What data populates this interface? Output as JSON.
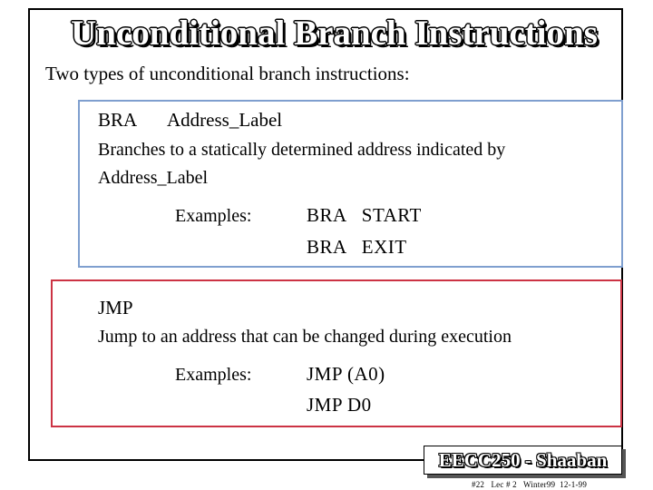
{
  "slide": {
    "title": "Unconditional Branch Instructions",
    "intro": "Two types of unconditional branch instructions:",
    "bra": {
      "mnemonic": "BRA",
      "operand": "Address_Label",
      "description_line1": "Branches to a statically determined address indicated by",
      "description_line2": "Address_Label",
      "examples_label": "Examples:",
      "examples": [
        "BRA   START",
        "BRA   EXIT"
      ],
      "border_color": "#7f9fcf"
    },
    "jmp": {
      "mnemonic": "JMP",
      "description": "Jump to an address that can be changed during execution",
      "examples_label": "Examples:",
      "examples": [
        "JMP (A0)",
        "JMP D0"
      ],
      "border_color": "#cc3344"
    },
    "footer": {
      "badge": "EECC250 - Shaaban",
      "meta": "#22   Lec # 2   Winter99  12-1-99"
    }
  }
}
